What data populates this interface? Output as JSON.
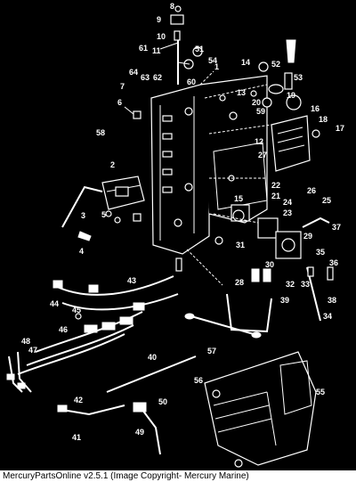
{
  "labels": [
    "1",
    "2",
    "3",
    "4",
    "5",
    "6",
    "7",
    "8",
    "9",
    "10",
    "11",
    "12",
    "13",
    "14",
    "15",
    "16",
    "17",
    "18",
    "19",
    "20",
    "21",
    "22",
    "23",
    "24",
    "25",
    "26",
    "27",
    "28",
    "29",
    "30",
    "31",
    "32",
    "33",
    "34",
    "35",
    "36",
    "37",
    "38",
    "39",
    "40",
    "41",
    "42",
    "43",
    "44",
    "45",
    "46",
    "47",
    "48",
    "49",
    "50",
    "51",
    "52",
    "53",
    "54",
    "55",
    "56",
    "57",
    "58",
    "59",
    "60",
    "61",
    "62",
    "63",
    "64"
  ],
  "footer": {
    "text": "MercuryPartsOnline v2.5.1 (Image Copyright- Mercury Marine)"
  }
}
